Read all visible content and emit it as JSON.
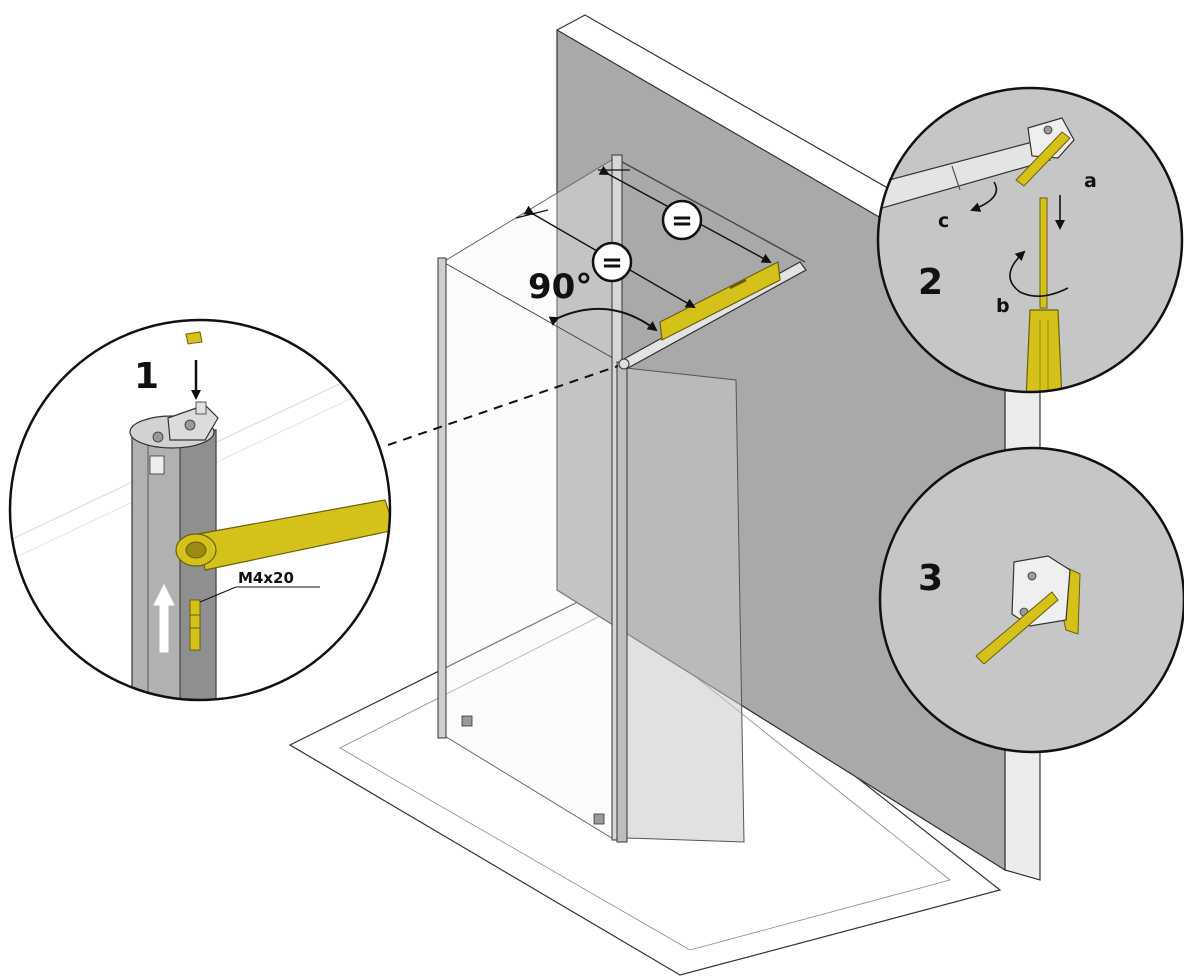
{
  "labels": {
    "angle": "90°",
    "equal_sign_top": "=",
    "equal_sign_bottom": "=",
    "step_1": "1",
    "step_2": "2",
    "step_3": "3",
    "screw_spec": "M4x20",
    "sub_a": "a",
    "sub_b": "b",
    "sub_c": "c"
  },
  "colors": {
    "wall": "#a9a9a9",
    "wall_edge": "#e6e6e6",
    "brass": "#d4c21a",
    "brass_dark": "#9c8a10",
    "profile": "#b4b4b4",
    "outline": "#1a1a1a",
    "detail_bg": "#c6c6c6"
  }
}
